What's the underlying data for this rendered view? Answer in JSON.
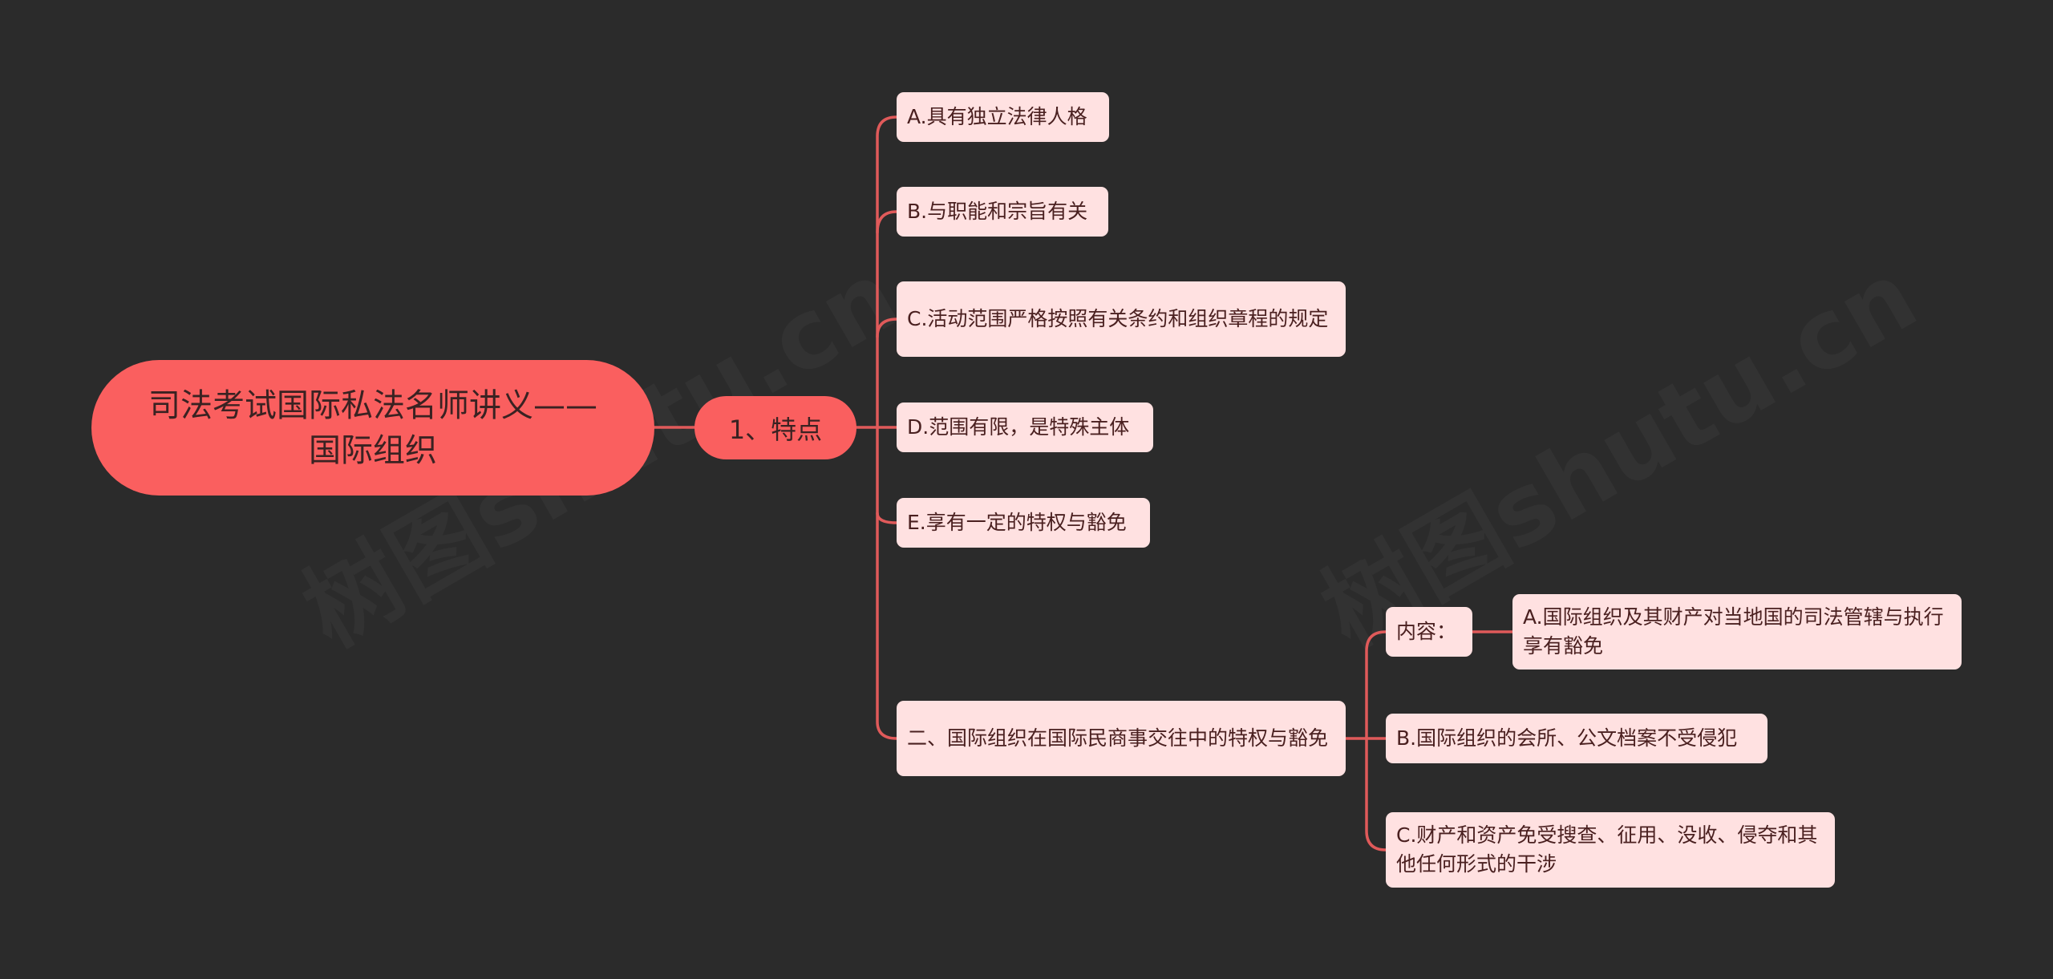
{
  "mindmap": {
    "root": "司法考试国际私法名师讲义——国际组织",
    "branch": "1、特点",
    "items": [
      "A.具有独立法律人格",
      "B.与职能和宗旨有关",
      "C.活动范围严格按照有关条约和组织章程的规定",
      "D.范围有限，是特殊主体",
      "E.享有一定的特权与豁免",
      "二、国际组织在国际民商事交往中的特权与豁免"
    ],
    "sub": {
      "content_label": "内容：",
      "content_detail": "A.国际组织及其财产对当地国的司法管辖与执行享有豁免",
      "b": "B.国际组织的会所、公文档案不受侵犯",
      "c": "C.财产和资产免受搜查、征用、没收、侵夺和其他任何形式的干涉"
    }
  },
  "colors": {
    "background": "#2b2b2b",
    "accent": "#fa5f5f",
    "line": "#e05a5a",
    "leaf_fill": "#ffe1e1"
  }
}
